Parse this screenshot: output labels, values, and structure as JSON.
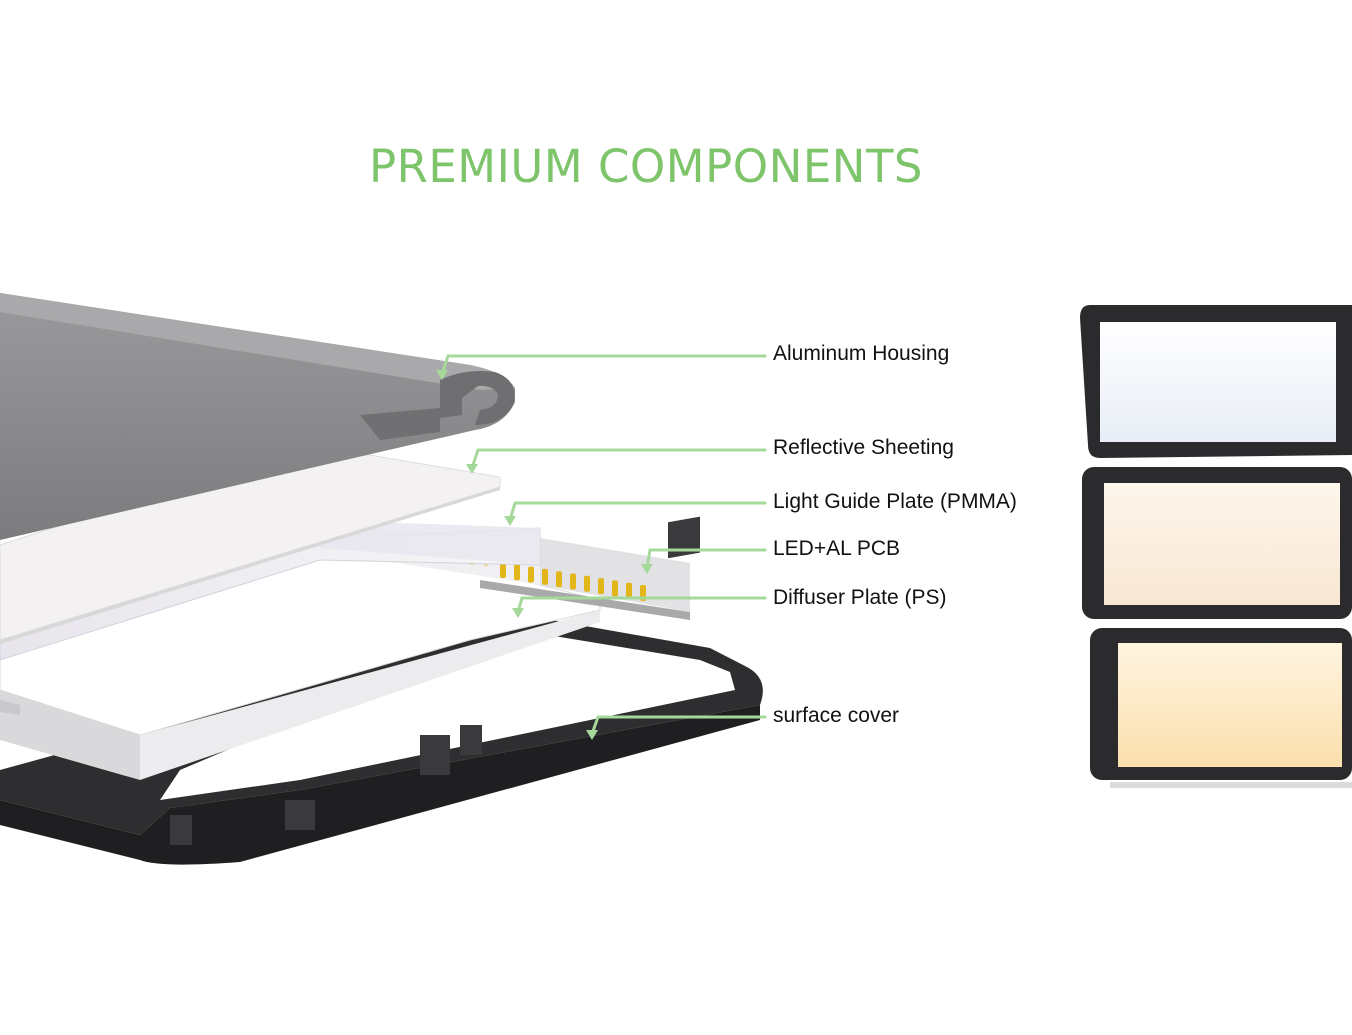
{
  "title": "PREMIUM COMPONENTS",
  "colors": {
    "accent": "#7dc46b",
    "housing": "#8a8a8c",
    "frame": "#2e2e30",
    "text": "#111111",
    "led": "#e2b619"
  },
  "components": [
    {
      "id": "aluminum-housing",
      "label": "Aluminum Housing"
    },
    {
      "id": "reflective-sheeting",
      "label": "Reflective Sheeting"
    },
    {
      "id": "light-guide-plate",
      "label": "Light Guide Plate (PMMA)"
    },
    {
      "id": "led-al-pcb",
      "label": "LED+AL PCB"
    },
    {
      "id": "diffuser-plate",
      "label": "Diffuser Plate (PS)"
    },
    {
      "id": "surface-cover",
      "label": "surface cover"
    }
  ],
  "color_temperature_previews": [
    {
      "id": "cool-white",
      "fill": "#f2f5fb"
    },
    {
      "id": "natural-white",
      "fill": "#fbf0e3"
    },
    {
      "id": "warm-white",
      "fill": "#fde9c6"
    }
  ]
}
